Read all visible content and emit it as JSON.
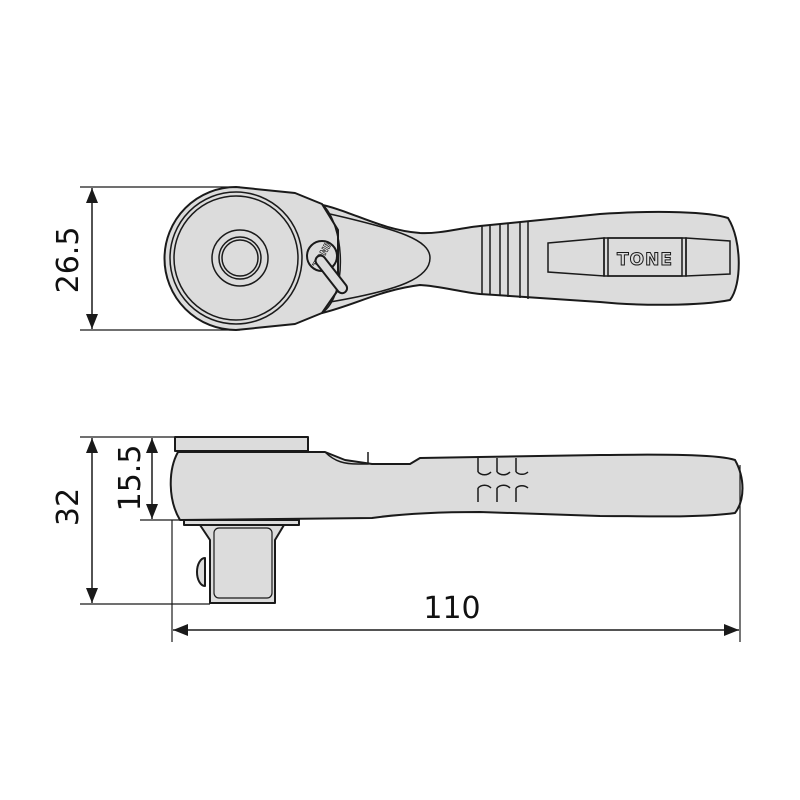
{
  "brand": "TONE",
  "dimensions": {
    "head_width": "26.5",
    "total_height": "32",
    "head_height": "15.5",
    "total_length": "110"
  },
  "colors": {
    "body_fill": "#dcdcdc",
    "line": "#1a1a1a"
  }
}
